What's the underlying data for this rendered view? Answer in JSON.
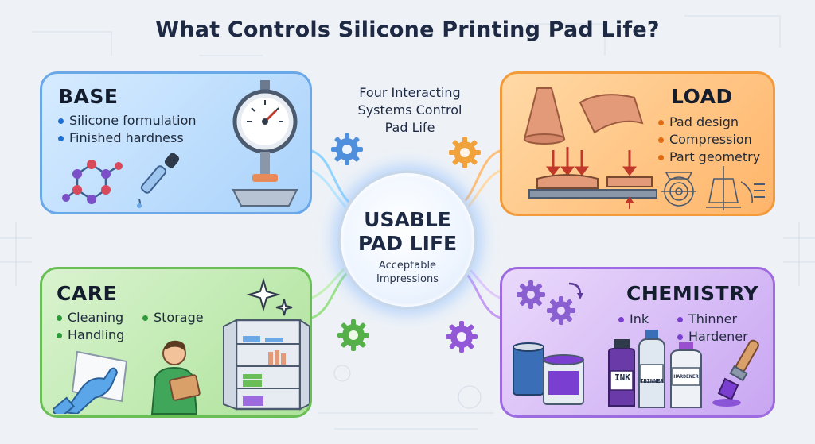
{
  "title": "What Controls Silicone Printing Pad Life?",
  "subtitle": "Four Interacting Systems Control Pad Life",
  "center": {
    "main_line1": "USABLE",
    "main_line2": "PAD LIFE",
    "sub_line1": "Acceptable",
    "sub_line2": "Impressions"
  },
  "panels": {
    "base": {
      "title": "BASE",
      "items": [
        "Silicone formulation",
        "Finished hardness"
      ],
      "color": "#6aa8e8"
    },
    "load": {
      "title": "LOAD",
      "items": [
        "Pad design",
        "Compression",
        "Part geometry"
      ],
      "color": "#f39a3a"
    },
    "care": {
      "title": "CARE",
      "items": [
        "Cleaning",
        "Handling",
        "Storage"
      ],
      "color": "#69bf55"
    },
    "chemistry": {
      "title": "CHEMISTRY",
      "items": [
        "Ink",
        "Thinner",
        "Hardener"
      ],
      "color": "#9d6ae0"
    }
  },
  "labels": {
    "ink_can": "INK",
    "thinner_bottle": "THINNER",
    "hardener_bottle": "HARDENER"
  },
  "icons": [
    "molecule-icon",
    "dropper-icon",
    "hardness-gauge-icon",
    "gear-icon",
    "pad-shapes-icon",
    "compression-diagram-icon",
    "geometry-drawing-icon",
    "wiping-hand-icon",
    "worker-icon",
    "storage-cabinet-icon",
    "sparkle-icon",
    "paint-can-icon",
    "bottle-icon",
    "brush-icon"
  ]
}
